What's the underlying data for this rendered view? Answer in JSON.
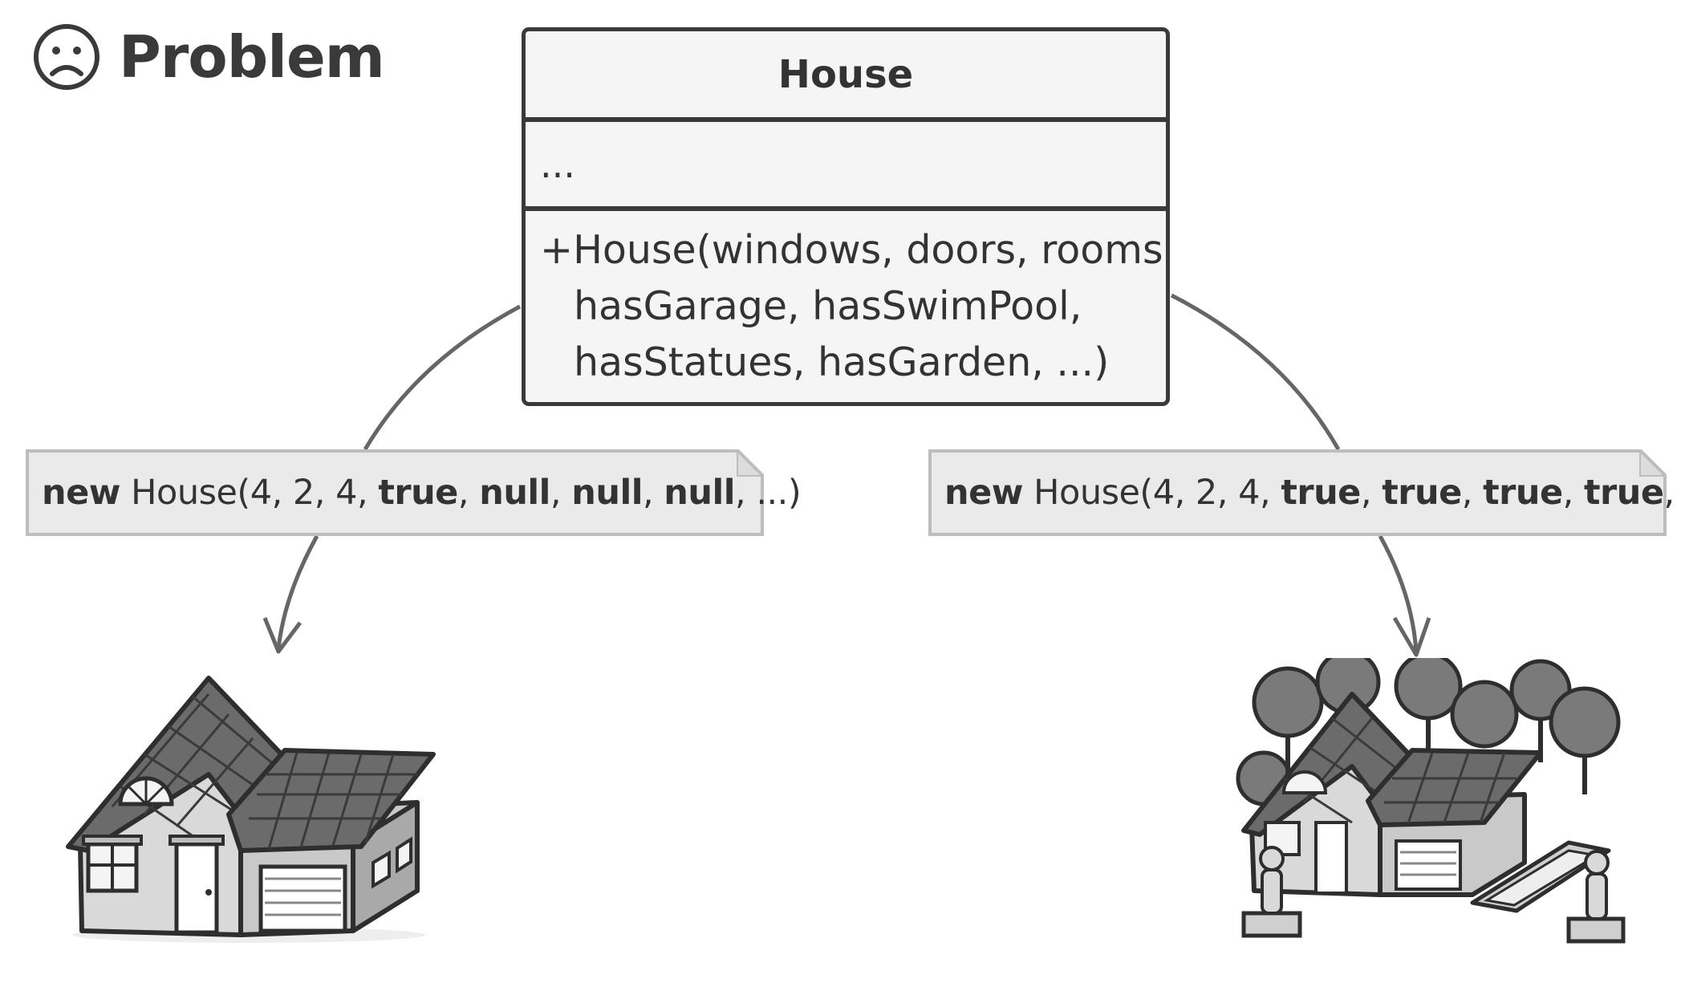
{
  "title": {
    "text": "Problem",
    "icon": "sad-face-icon"
  },
  "uml_class": {
    "name": "House",
    "attributes": "...",
    "method_prefix": "+",
    "method_lines": [
      "House(windows, doors, rooms,",
      "hasGarage, hasSwimPool,",
      "hasStatues, hasGarden, ...)"
    ]
  },
  "notes": {
    "left": {
      "segments": [
        {
          "text": "new",
          "bold": true
        },
        {
          "text": " House(4, 2, 4, ",
          "bold": false
        },
        {
          "text": "true",
          "bold": true
        },
        {
          "text": ", ",
          "bold": false
        },
        {
          "text": "null",
          "bold": true
        },
        {
          "text": ", ",
          "bold": false
        },
        {
          "text": "null",
          "bold": true
        },
        {
          "text": ", ",
          "bold": false
        },
        {
          "text": "null",
          "bold": true
        },
        {
          "text": ", ...)",
          "bold": false
        }
      ]
    },
    "right": {
      "segments": [
        {
          "text": "new",
          "bold": true
        },
        {
          "text": " House(4, 2, 4, ",
          "bold": false
        },
        {
          "text": "true",
          "bold": true
        },
        {
          "text": ", ",
          "bold": false
        },
        {
          "text": "true",
          "bold": true
        },
        {
          "text": ", ",
          "bold": false
        },
        {
          "text": "true",
          "bold": true
        },
        {
          "text": ", ",
          "bold": false
        },
        {
          "text": "true",
          "bold": true
        },
        {
          "text": ", ...)",
          "bold": false
        }
      ]
    }
  },
  "illustrations": {
    "left": "simple-house-with-garage",
    "right": "house-with-garage-pool-trees-statues"
  },
  "colors": {
    "line": "#666666",
    "box_border": "#3a3a3a",
    "box_fill": "#f5f5f5",
    "note_fill": "#eaeaea",
    "note_border": "#bdbdbd"
  }
}
